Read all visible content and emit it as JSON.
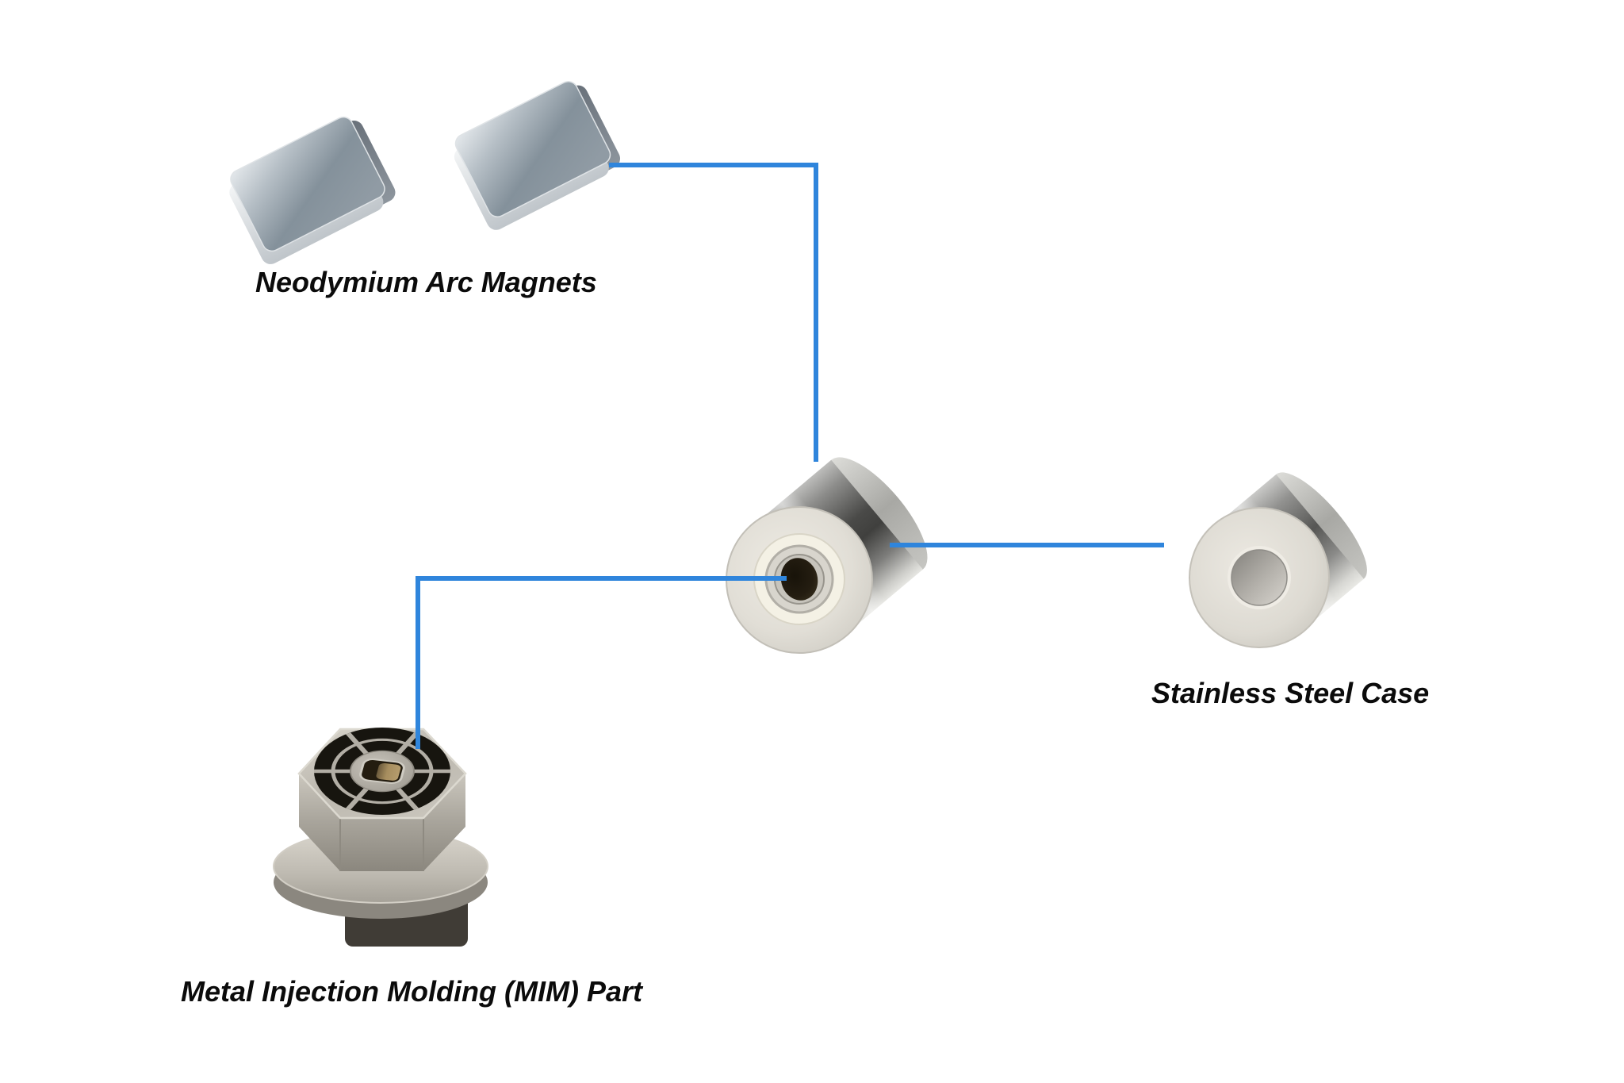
{
  "page": {
    "background": "#ffffff"
  },
  "diagram": {
    "connector_color": "#2f85dc",
    "label_color": "#0b0b0b",
    "parts": {
      "magnets": {
        "label": "Neodymium Arc Magnets"
      },
      "case": {
        "label": "Stainless Steel Case"
      },
      "mim": {
        "label": "Metal Injection Molding (MIM) Part"
      }
    }
  }
}
